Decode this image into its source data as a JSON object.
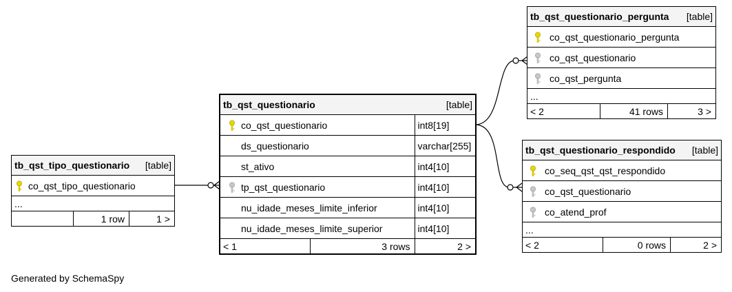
{
  "tables": {
    "tipo": {
      "name": "tb_qst_tipo_questionario",
      "kind": "[table]",
      "col1": "co_qst_tipo_questionario",
      "col1_icon": "primary-key-icon",
      "more": "...",
      "foot_left": "",
      "foot_mid": "1 row",
      "foot_right": "1 >"
    },
    "questionario": {
      "name": "tb_qst_questionario",
      "kind": "[table]",
      "columns": [
        {
          "name": "co_qst_questionario",
          "type": "int8[19]",
          "icon": "primary-key-icon"
        },
        {
          "name": "ds_questionario",
          "type": "varchar[255]",
          "icon": ""
        },
        {
          "name": "st_ativo",
          "type": "int4[10]",
          "icon": ""
        },
        {
          "name": "tp_qst_questionario",
          "type": "int4[10]",
          "icon": "foreign-key-icon"
        },
        {
          "name": "nu_idade_meses_limite_inferior",
          "type": "int4[10]",
          "icon": ""
        },
        {
          "name": "nu_idade_meses_limite_superior",
          "type": "int4[10]",
          "icon": ""
        }
      ],
      "foot_left": "< 1",
      "foot_mid": "3 rows",
      "foot_right": "2 >"
    },
    "pergunta": {
      "name": "tb_qst_questionario_pergunta",
      "kind": "[table]",
      "columns": [
        {
          "name": "co_qst_questionario_pergunta",
          "icon": "primary-key-icon"
        },
        {
          "name": "co_qst_questionario",
          "icon": "foreign-key-icon"
        },
        {
          "name": "co_qst_pergunta",
          "icon": "foreign-key-icon"
        }
      ],
      "more": "...",
      "foot_left": "< 2",
      "foot_mid": "41 rows",
      "foot_right": "3 >"
    },
    "respondido": {
      "name": "tb_qst_questionario_respondido",
      "kind": "[table]",
      "columns": [
        {
          "name": "co_seq_qst_qst_respondido",
          "icon": "primary-key-icon"
        },
        {
          "name": "co_qst_questionario",
          "icon": "foreign-key-icon"
        },
        {
          "name": "co_atend_prof",
          "icon": "foreign-key-icon"
        }
      ],
      "more": "...",
      "foot_left": "< 2",
      "foot_mid": "0 rows",
      "foot_right": "2 >"
    }
  },
  "colors": {
    "primary_key": "#e8d800",
    "foreign_key": "#b4b4b4",
    "header_bg": "#f4f4f4",
    "line": "#000000"
  },
  "footer": {
    "generated": "Generated by SchemaSpy"
  }
}
